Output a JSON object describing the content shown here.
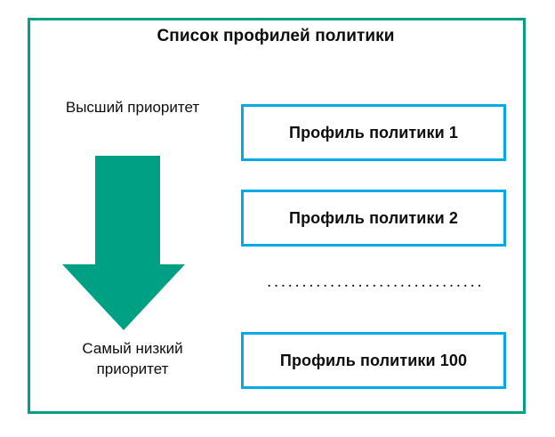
{
  "diagram": {
    "title": "Список профилей политики",
    "frame_color": "#00A085",
    "box_border_color": "#00A9E8",
    "arrow_color": "#00A085",
    "text_color": "#0d0d0d"
  },
  "priority": {
    "high_label": "Высший приоритет",
    "low_label_line1": "Самый низкий",
    "low_label_line2": "приоритет",
    "arrow_icon": "arrow-down-icon",
    "arrow_direction": "down"
  },
  "profiles": [
    {
      "label": "Профиль политики 1"
    },
    {
      "label": "Профиль политики 2"
    },
    {
      "label": "Профиль политики 100"
    }
  ],
  "separator": {
    "dots": "......................................."
  }
}
